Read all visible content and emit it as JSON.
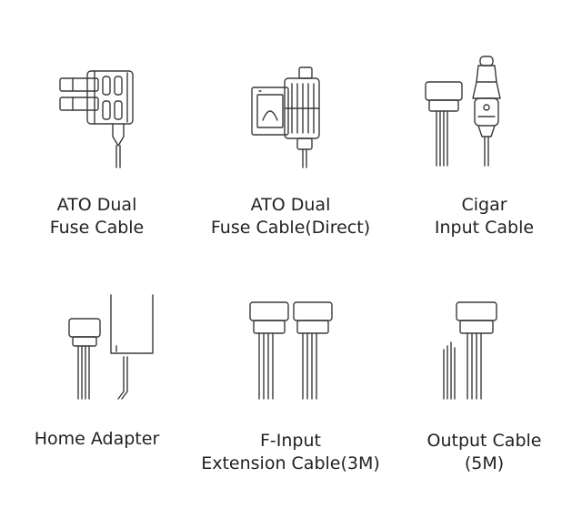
{
  "items": [
    {
      "icon": "ato-dual-fuse-cable-icon",
      "lines": [
        "ATO Dual",
        "Fuse Cable"
      ]
    },
    {
      "icon": "ato-dual-fuse-cable-direct-icon",
      "lines": [
        "ATO Dual",
        "Fuse Cable(Direct)"
      ]
    },
    {
      "icon": "cigar-input-cable-icon",
      "lines": [
        "Cigar",
        "Input Cable"
      ]
    },
    {
      "icon": "home-adapter-icon",
      "lines": [
        "Home Adapter"
      ]
    },
    {
      "icon": "f-input-extension-cable-icon",
      "lines": [
        "F-Input",
        "Extension Cable(3M)"
      ]
    },
    {
      "icon": "output-cable-icon",
      "lines": [
        "Output Cable",
        "(5M)"
      ]
    }
  ],
  "colors": {
    "line": "#3a3a3a",
    "text": "#222222",
    "background": "#ffffff"
  }
}
